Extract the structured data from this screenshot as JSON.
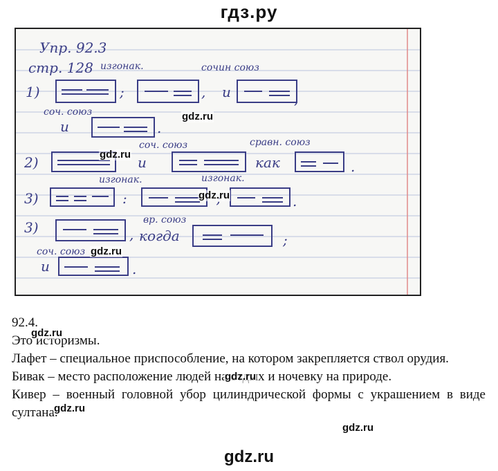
{
  "header": {
    "site_name": "гдз.ру"
  },
  "notebook": {
    "exercise_title": "Упр. 92.3",
    "page_ref": "стр. 128",
    "labels": {
      "bessoyuz": "изгонак.",
      "sochin_soyuz": "сочин союз",
      "sochin_soyuz_short": "соч. союз",
      "sravn_soyuz": "сравн. союз",
      "vr_soyuz": "вр. союз",
      "conj_i": "и",
      "conj_kak": "как",
      "conj_kogda": "когда"
    },
    "line_numbers": [
      "1)",
      "2)",
      "3)",
      "3)"
    ]
  },
  "watermark": "gdz.ru",
  "answer": {
    "number": "92.4.",
    "lines": [
      "Это историзмы.",
      "Лафет – специальное приспособление, на котором закрепляется ствол орудия.",
      "Бивак – место расположение людей на отдых и ночевку на природе.",
      "Кивер – военный головной убор цилиндрической формы с украшением в виде султана."
    ]
  },
  "footer": {
    "site_name": "gdz.ru"
  }
}
